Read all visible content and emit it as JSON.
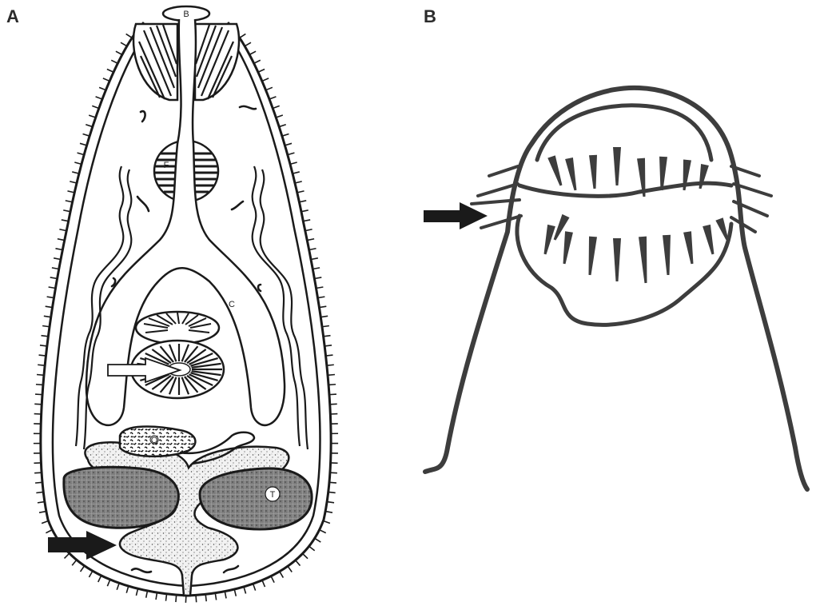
{
  "panels": [
    {
      "label": "A"
    },
    {
      "label": "B"
    }
  ],
  "organ_labels": {
    "b": "B",
    "f": "F",
    "c": "C",
    "o": "O",
    "t": "T"
  },
  "colors": {
    "outline": "#1a1a1a",
    "panel_b_stroke": "#3d3d3d",
    "testis_fill": "#8c8c8c",
    "vitelline_fill": "#e8e8e8",
    "arrow_dark": "#1a1a1a",
    "arrow_light": "#ffffff"
  }
}
